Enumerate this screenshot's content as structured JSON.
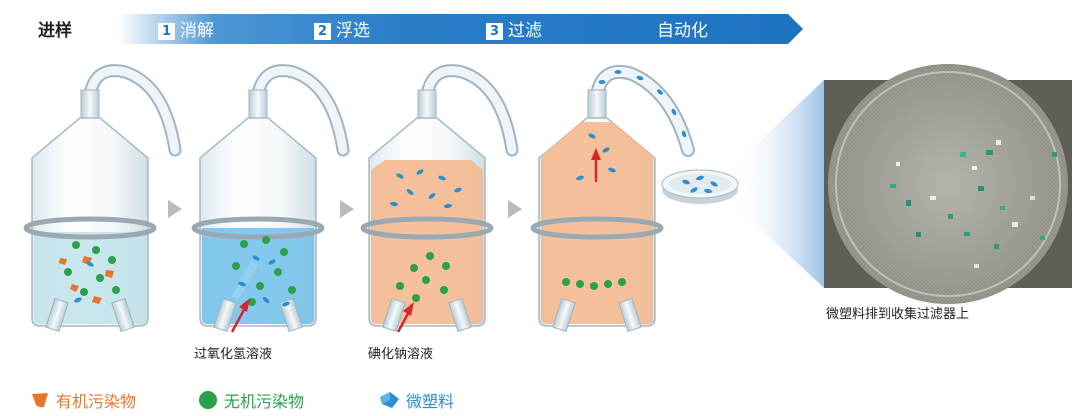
{
  "header": {
    "start_label": "进样",
    "steps": [
      {
        "num": "1",
        "label": "消解"
      },
      {
        "num": "2",
        "label": "浮选"
      },
      {
        "num": "3",
        "label": "过滤"
      }
    ],
    "end_label": "自动化"
  },
  "captions": {
    "reagent_1": "过氧化氢溶液",
    "reagent_2": "碘化钠溶液",
    "filter_result": "微塑料排到收集过滤器上"
  },
  "legend": [
    {
      "label": "有机污染物",
      "color": "#e8762a",
      "icon": "orange-particle-icon"
    },
    {
      "label": "无机污染物",
      "color": "#2aa04a",
      "icon": "green-particle-icon"
    },
    {
      "label": "微塑料",
      "color": "#2b8fd0",
      "icon": "blue-particle-icon"
    }
  ],
  "colors": {
    "header_gradient_start": "#ffffff",
    "header_gradient_end": "#1e73c0",
    "water": "#bfe2ea",
    "peroxide": "#6fc0ea",
    "iodide": "#f4b98f",
    "arrow": "#d7262e"
  }
}
